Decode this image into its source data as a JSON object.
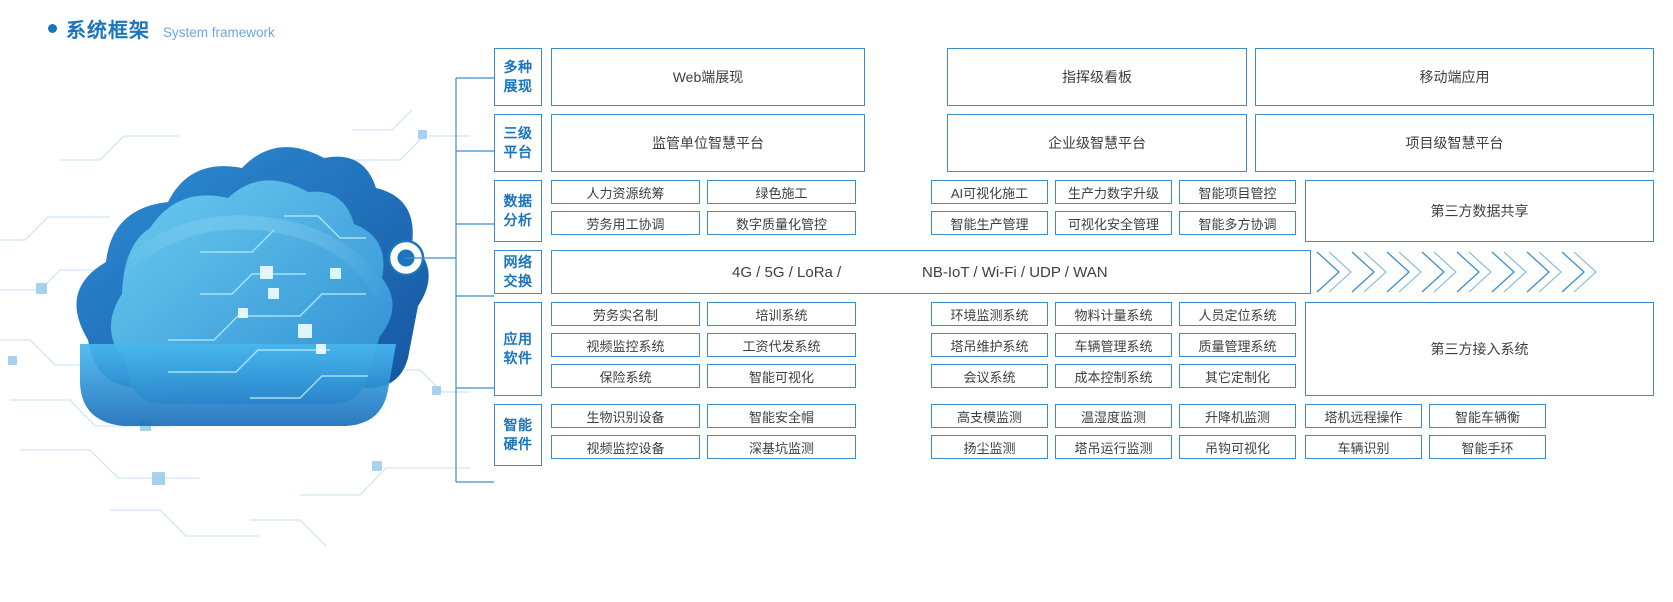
{
  "header": {
    "title_cn": "系统框架",
    "title_en": "System framework",
    "bullet_icon": "bullet-dot-icon"
  },
  "theme": {
    "accent": "#1c74bc",
    "border": "#3c8dcd",
    "text": "#3e3e3e",
    "subtitle": "#6ca6d6",
    "cloud_light": "#4fb4e8",
    "cloud_dark": "#1a5fae"
  },
  "artwork": {
    "name": "cloud-network-illustration",
    "node_icon": "circle-node-icon"
  },
  "rows": [
    {
      "id": "display",
      "label_lines": [
        "多种",
        "展现"
      ],
      "kind": "wide",
      "cells": [
        "Web端展现",
        "指挥级看板",
        "移动端应用"
      ]
    },
    {
      "id": "platform",
      "label_lines": [
        "三级",
        "平台"
      ],
      "kind": "wide",
      "cells": [
        "监管单位智慧平台",
        "企业级智慧平台",
        "项目级智慧平台"
      ]
    },
    {
      "id": "data-analysis",
      "label_lines": [
        "数据",
        "分析"
      ],
      "kind": "groups",
      "left": [
        [
          "人力资源统筹",
          "绿色施工"
        ],
        [
          "劳务用工协调",
          "数字质量化管控"
        ]
      ],
      "middle": [
        [
          "AI可视化施工",
          "生产力数字升级",
          "智能项目管控"
        ],
        [
          "智能生产管理",
          "可视化安全管理",
          "智能多方协调"
        ]
      ],
      "right": "第三方数据共享"
    },
    {
      "id": "network",
      "label_lines": [
        "网络",
        "交换"
      ],
      "kind": "network",
      "text_a": "4G / 5G / LoRa /",
      "text_b": "NB-IoT / Wi-Fi / UDP / WAN",
      "chevron_count": 8,
      "chevron_icon": "chevron-right-icon"
    },
    {
      "id": "app-software",
      "label_lines": [
        "应用",
        "软件"
      ],
      "kind": "groups",
      "left": [
        [
          "劳务实名制",
          "培训系统"
        ],
        [
          "视频监控系统",
          "工资代发系统"
        ],
        [
          "保险系统",
          "智能可视化"
        ]
      ],
      "middle": [
        [
          "环境监测系统",
          "物料计量系统",
          "人员定位系统"
        ],
        [
          "塔吊维护系统",
          "车辆管理系统",
          "质量管理系统"
        ],
        [
          "会议系统",
          "成本控制系统",
          "其它定制化"
        ]
      ],
      "right": "第三方接入系统"
    },
    {
      "id": "smart-hardware",
      "label_lines": [
        "智能",
        "硬件"
      ],
      "kind": "groups-wide",
      "left": [
        [
          "生物识别设备",
          "智能安全帽"
        ],
        [
          "视频监控设备",
          "深基坑监测"
        ]
      ],
      "middle": [
        [
          "高支模监测",
          "温湿度监测",
          "升降机监测"
        ],
        [
          "扬尘监测",
          "塔吊运行监测",
          "吊钩可视化"
        ]
      ],
      "right": [
        [
          "塔机远程操作",
          "智能车辆衡"
        ],
        [
          "车辆识别",
          "智能手环"
        ]
      ]
    }
  ]
}
